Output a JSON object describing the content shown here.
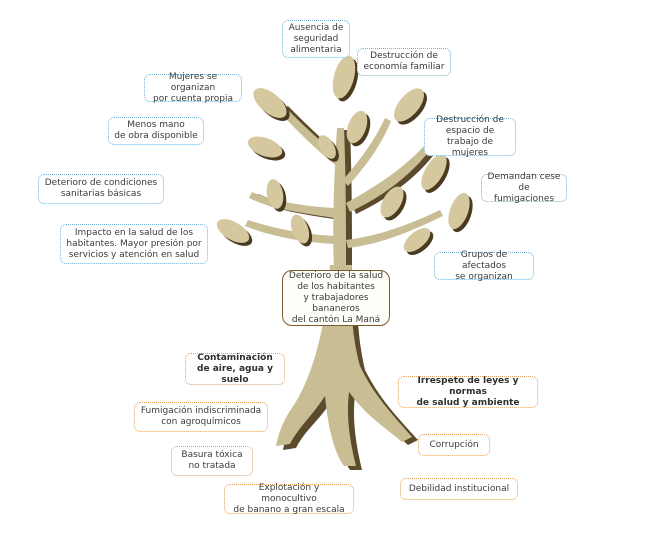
{
  "colors": {
    "trunk": "#c9bd93",
    "trunk_shadow": "#5b4a2b",
    "leaf": "#d6c89e",
    "leaf_shadow": "#4a3a20",
    "consequence_border": "#6fb2d8",
    "cause_border": "#e0a25a"
  },
  "center": {
    "text": "Deterioro de la salud\nde los habitantes\ny trabajadores bananeros\ndel cantón La Maná"
  },
  "consequences": [
    {
      "text": "Ausencia de\nseguridad\nalimentaria"
    },
    {
      "text": "Destrucción de\neconomía familiar"
    },
    {
      "text": "Mujeres se organizan\npor cuenta propia"
    },
    {
      "text": "Menos mano\nde obra disponible"
    },
    {
      "text": "Destrucción de\nespacio de\ntrabajo de mujeres"
    },
    {
      "text": "Deterioro de condiciones\nsanitarias básicas"
    },
    {
      "text": "Demandan cese\nde fumigaciones"
    },
    {
      "text": "Impacto en la salud de los\nhabitantes. Mayor presión por\nservicios y atención en salud"
    },
    {
      "text": "Grupos de afectados\nse organizan"
    }
  ],
  "causes": [
    {
      "text": "Contaminación\nde aire, agua y suelo"
    },
    {
      "text": "Irrespeto de leyes y normas\nde salud y ambiente"
    },
    {
      "text": "Fumigación indiscriminada\ncon agroquímicos"
    },
    {
      "text": "Corrupción"
    },
    {
      "text": "Basura tóxica\nno tratada"
    },
    {
      "text": "Debilidad institucional"
    },
    {
      "text": "Explotación y monocultivo\nde banano a gran escala"
    }
  ]
}
